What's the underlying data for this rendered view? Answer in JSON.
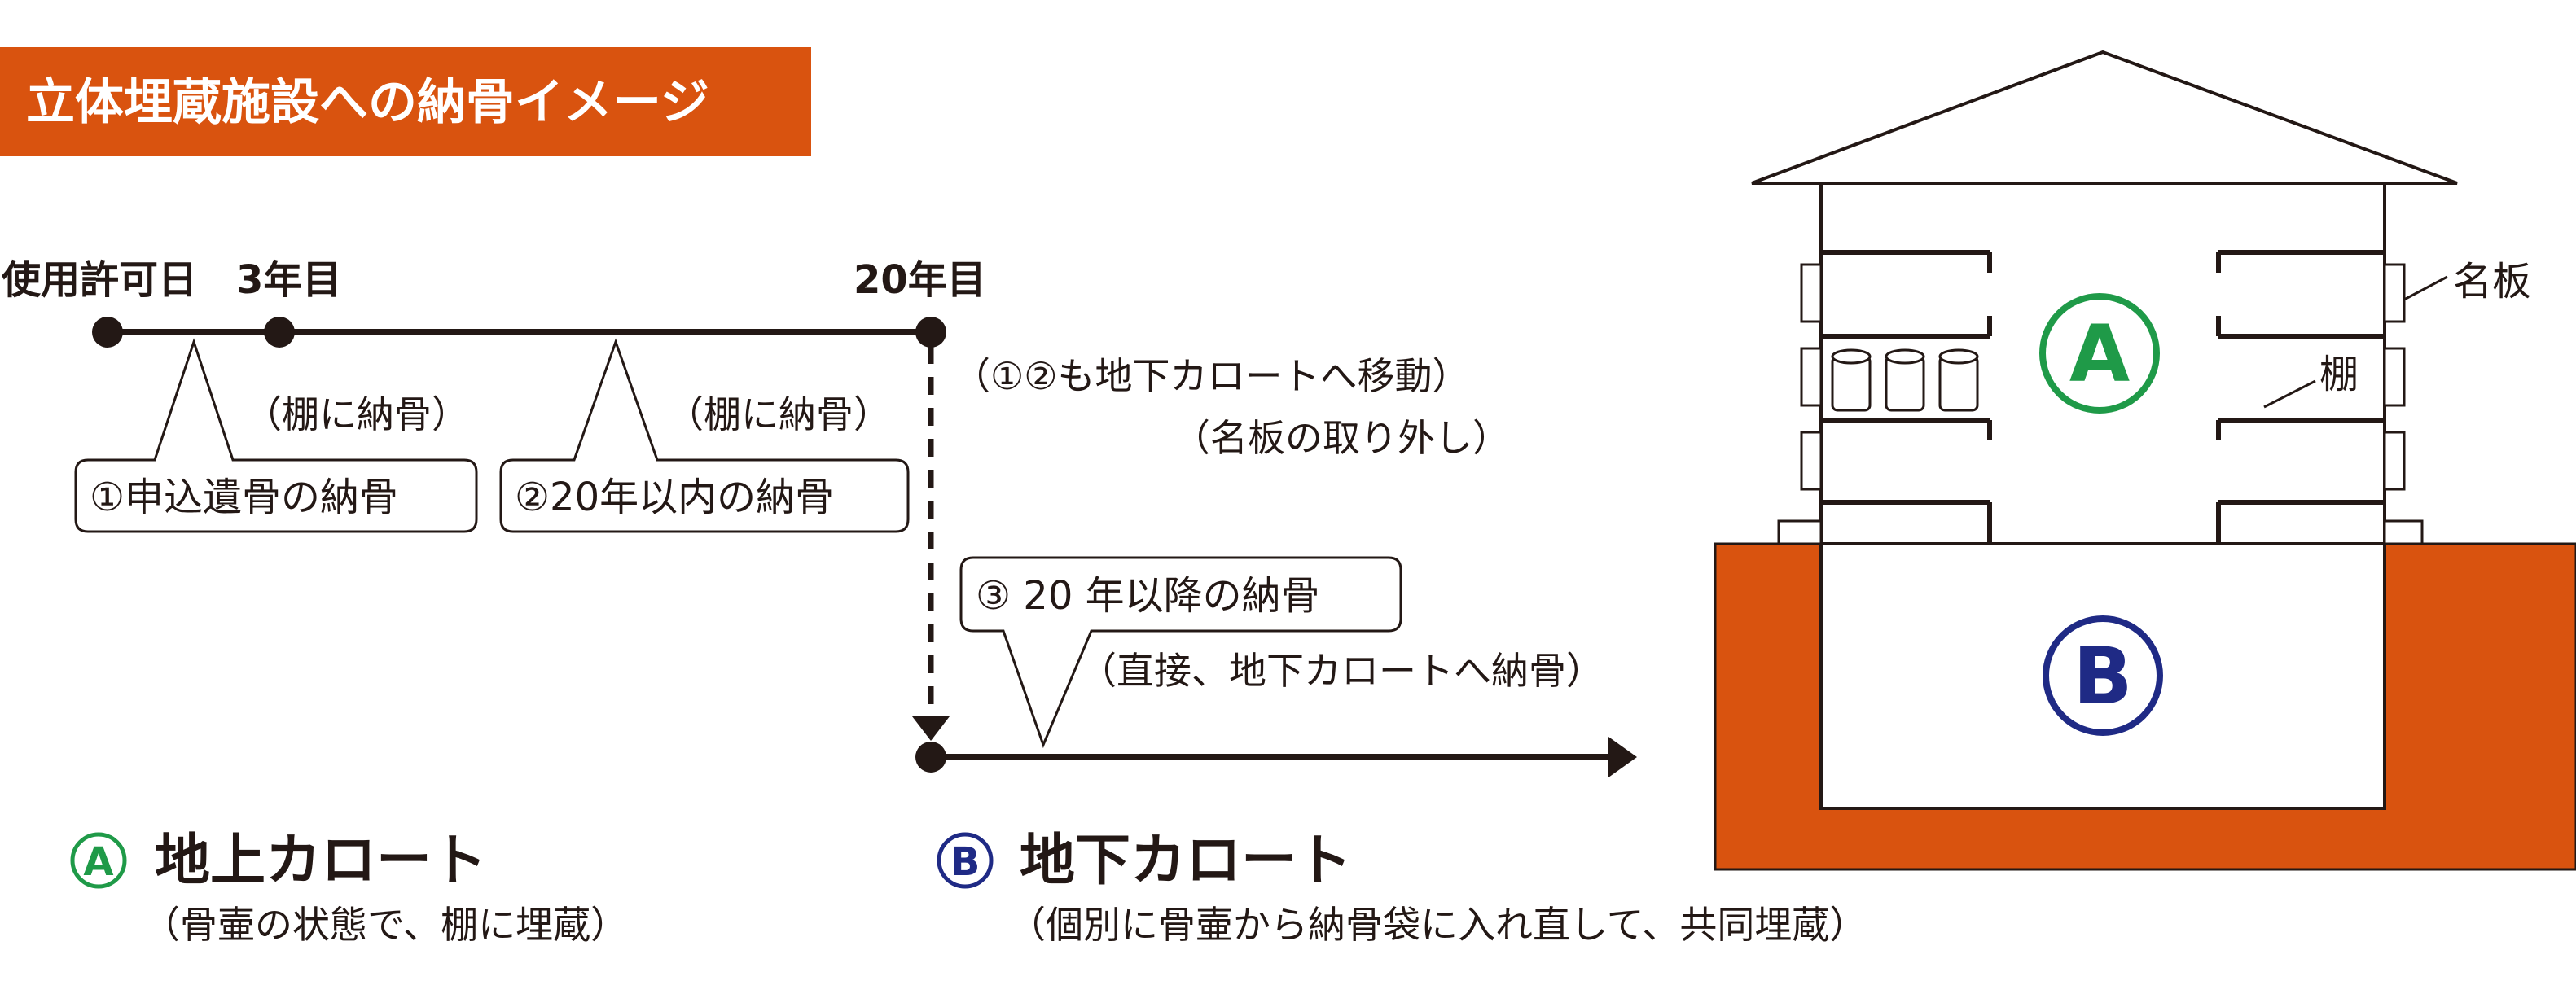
{
  "title": "立体埋蔵施設への納骨イメージ",
  "colors": {
    "accent": "#d9530f",
    "green": "#1f9a48",
    "navy": "#1f2a85",
    "ink": "#231815"
  },
  "timeline": {
    "start_label": "使用許可日",
    "year3_label": "3年目",
    "year20_label": "20年目",
    "bubble1": "①申込遺骨の納骨",
    "bubble1_note": "（棚に納骨）",
    "bubble2": "②20年以内の納骨",
    "bubble2_note": "（棚に納骨）",
    "move_line1": "（①②も地下カロートへ移動）",
    "move_line2": "（名板の取り外し）",
    "bubble3": "③ 20 年以降の納骨",
    "bubble3_note": "（直接、地下カロートへ納骨）"
  },
  "building": {
    "label_a": "A",
    "label_b": "B",
    "nameplate_label": "名板",
    "shelf_label": "棚"
  },
  "legend": {
    "a_letter": "A",
    "a_title": "地上カロート",
    "a_desc": "（骨壷の状態で、棚に埋蔵）",
    "b_letter": "B",
    "b_title": "地下カロート",
    "b_desc": "（個別に骨壷から納骨袋に入れ直して、共同埋蔵）"
  }
}
